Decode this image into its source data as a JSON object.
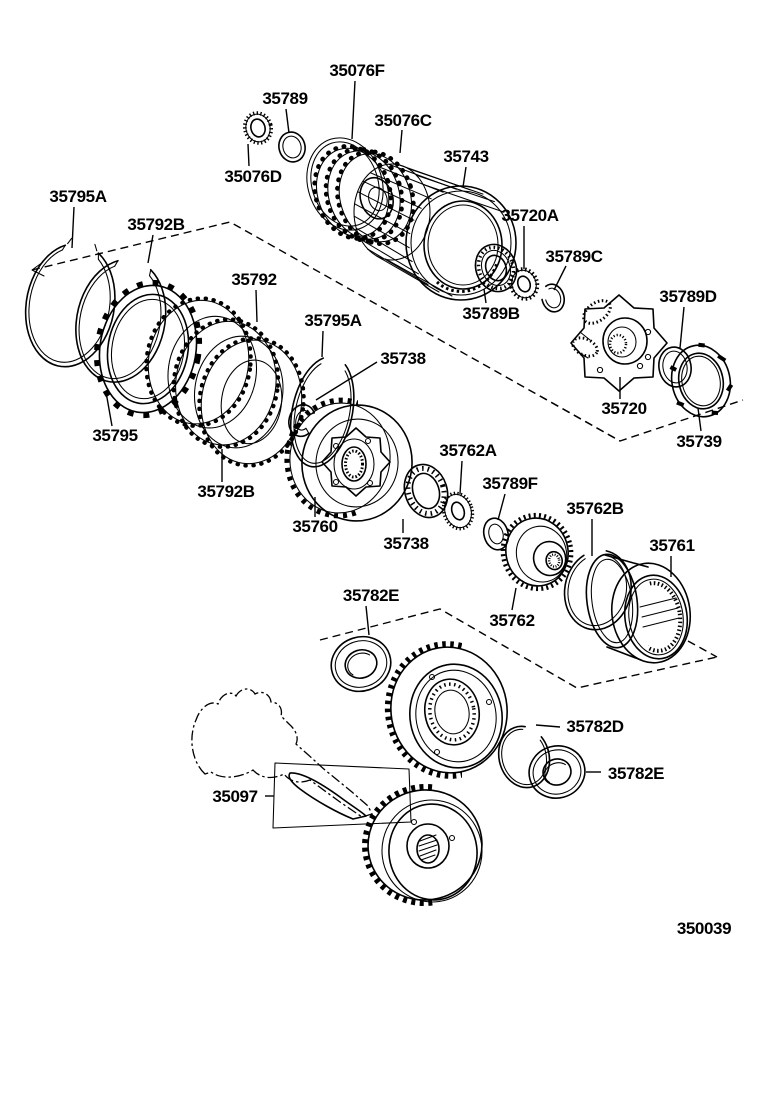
{
  "diagram": {
    "code": {
      "text": "350039"
    },
    "labels": [
      {
        "text": "35076F"
      },
      {
        "text": "35789"
      },
      {
        "text": "35076C"
      },
      {
        "text": "35743"
      },
      {
        "text": "35076D"
      },
      {
        "text": "35720A"
      },
      {
        "text": "35795A"
      },
      {
        "text": "35792B"
      },
      {
        "text": "35789C"
      },
      {
        "text": "35792"
      },
      {
        "text": "35789D"
      },
      {
        "text": "35795A"
      },
      {
        "text": "35789B"
      },
      {
        "text": "35738"
      },
      {
        "text": "35720"
      },
      {
        "text": "35795"
      },
      {
        "text": "35739"
      },
      {
        "text": "35762A"
      },
      {
        "text": "35789F"
      },
      {
        "text": "35792B"
      },
      {
        "text": "35762B"
      },
      {
        "text": "35760"
      },
      {
        "text": "35738"
      },
      {
        "text": "35761"
      },
      {
        "text": "35782E"
      },
      {
        "text": "35762"
      },
      {
        "text": "35782D"
      },
      {
        "text": "35782E"
      },
      {
        "text": "35097"
      }
    ]
  }
}
